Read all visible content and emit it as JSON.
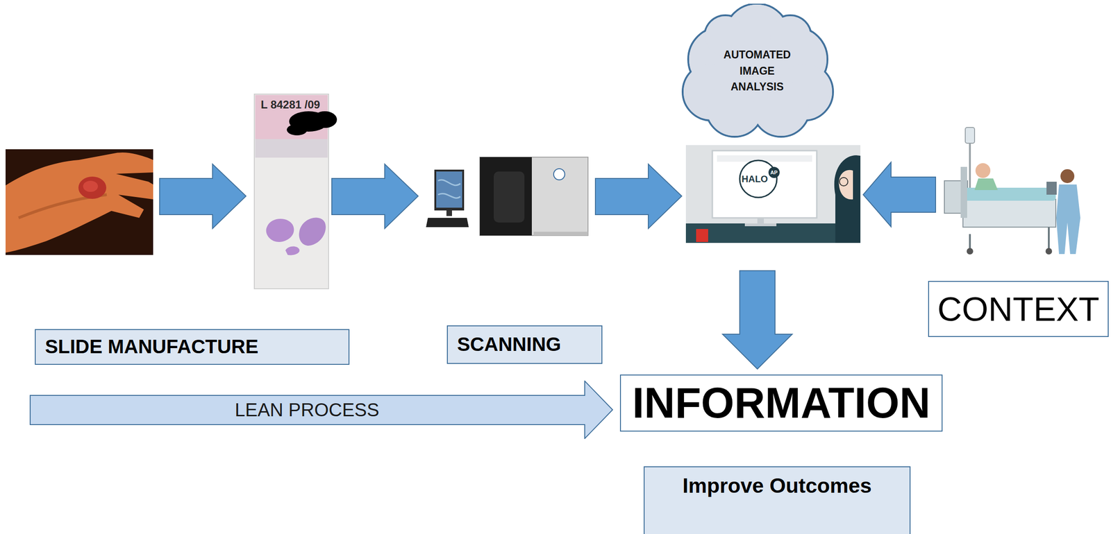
{
  "diagram": {
    "nodes": [
      {
        "text": [
          "AUTOMATED IMAGE ANALYSIS"
        ]
      },
      {
        "text": [
          "HALO",
          "AP"
        ]
      },
      {
        "text": [
          "CONTEXT"
        ]
      },
      {
        "text": [
          "SLIDE MANUFACTURE"
        ]
      },
      {
        "text": [
          "SCANNING"
        ]
      },
      {
        "text": [
          "LEAN PROCESS"
        ]
      },
      {
        "text": [
          "INFORMATION"
        ]
      },
      {
        "text": [
          "Improve Outcomes"
        ]
      }
    ],
    "edges": [
      {
        "from": 1,
        "to": 6,
        "arrow": "to"
      }
    ],
    "labels": [
      "L 84281 /09"
    ]
  }
}
